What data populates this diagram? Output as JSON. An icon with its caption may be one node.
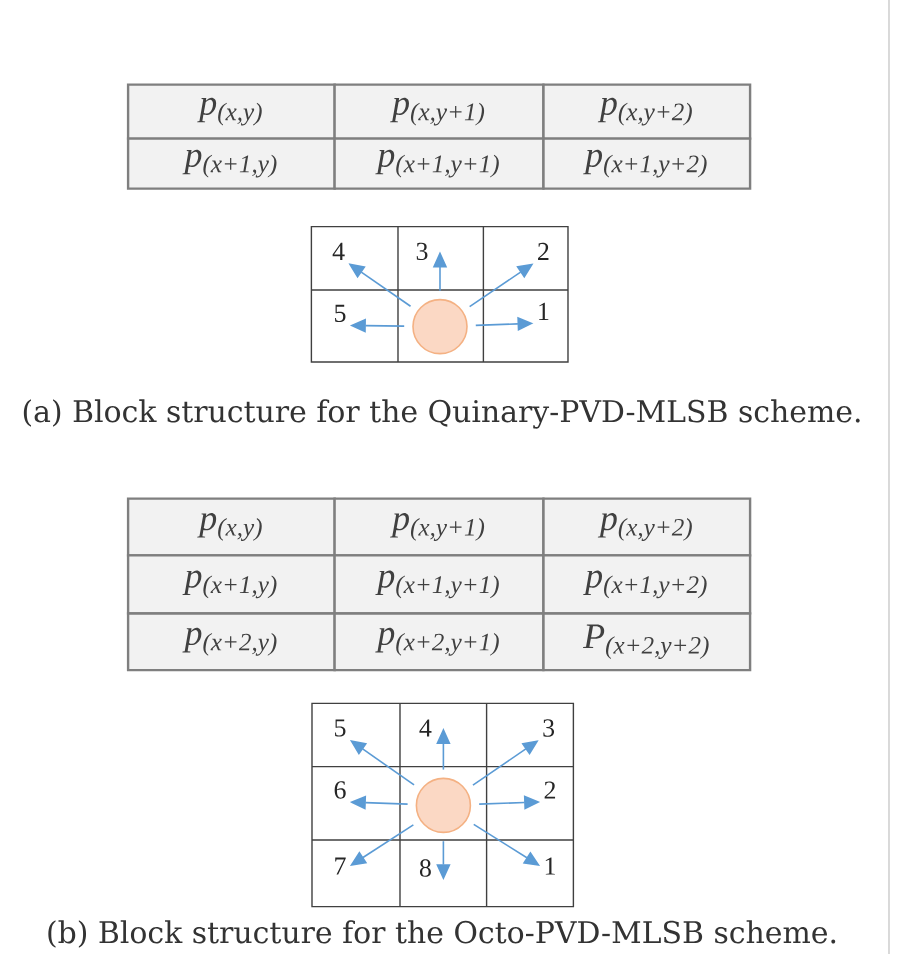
{
  "diagram": {
    "nodes": [
      {
        "text": [
          "4"
        ]
      },
      {
        "text": [
          "3"
        ]
      },
      {
        "text": [
          "2"
        ]
      },
      {
        "text": [
          "5"
        ]
      },
      {
        "text": [],
        "shape": "circle"
      },
      {
        "text": [
          "1"
        ]
      },
      {
        "text": [
          "5"
        ]
      },
      {
        "text": [
          "4"
        ]
      },
      {
        "text": [
          "3"
        ]
      },
      {
        "text": [
          "6"
        ]
      },
      {
        "text": [],
        "shape": "circle"
      },
      {
        "text": [
          "2"
        ]
      },
      {
        "text": [
          "7"
        ]
      },
      {
        "text": [
          "8"
        ]
      },
      {
        "text": [
          "1"
        ]
      }
    ],
    "edges": [
      {
        "from": 4,
        "to": 5,
        "arrow": "to"
      },
      {
        "from": 4,
        "to": 2,
        "arrow": "to"
      },
      {
        "from": 4,
        "to": 1,
        "arrow": "to"
      },
      {
        "from": 4,
        "to": 0,
        "arrow": "to"
      },
      {
        "from": 4,
        "to": 3,
        "arrow": "to"
      },
      {
        "from": 10,
        "to": 14,
        "arrow": "to"
      },
      {
        "from": 10,
        "to": 11,
        "arrow": "to"
      },
      {
        "from": 10,
        "to": 8,
        "arrow": "to"
      },
      {
        "from": 10,
        "to": 7,
        "arrow": "to"
      },
      {
        "from": 10,
        "to": 6,
        "arrow": "to"
      },
      {
        "from": 10,
        "to": 9,
        "arrow": "to"
      },
      {
        "from": 10,
        "to": 12,
        "arrow": "to"
      },
      {
        "from": 10,
        "to": 13,
        "arrow": "to"
      }
    ],
    "labels": [
      "p$_{(x,y)}$",
      "p$_{(x,y+1)}$",
      "p$_{(x,y+2)}$",
      "p$_{(x+1,y)}$",
      "p$_{(x+1,y+1)}$",
      "p$_{(x+1,y+2)}$",
      "(a) Block structure for the Quinary-PVD-MLSB scheme.",
      "p$_{(x,y)}$",
      "p$_{(x,y+1)}$",
      "p$_{(x,y+2)}$",
      "p$_{(x+1,y)}$",
      "p$_{(x+1,y+1)}$",
      "p$_{(x+1,y+2)}$",
      "p$_{(x+2,y)}$",
      "p$_{(x+2,y+1)}$",
      "P$_{(x+2,y+2)}$",
      "(b) Block structure for the Octo-PVD-MLSB scheme."
    ]
  }
}
